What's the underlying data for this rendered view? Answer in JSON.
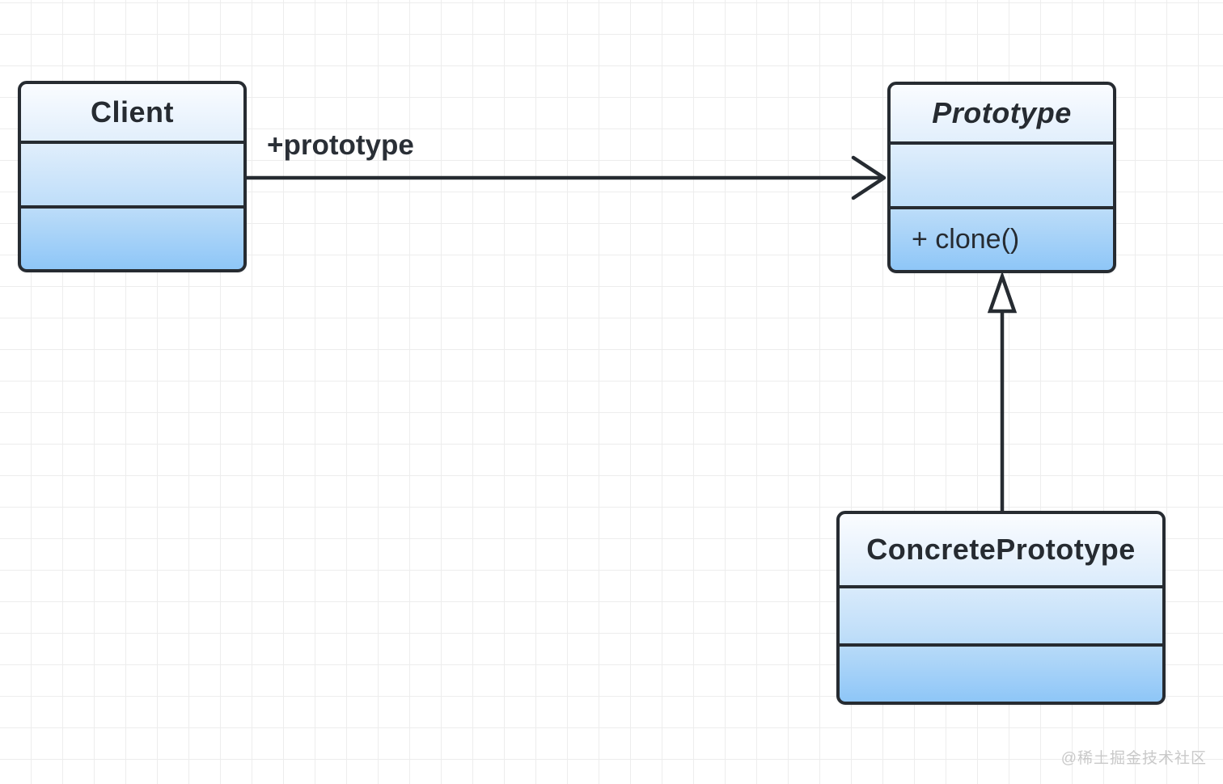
{
  "diagram": {
    "pattern": "Prototype",
    "classes": {
      "client": {
        "name": "Client",
        "attribute_section": "",
        "method_section": ""
      },
      "prototype": {
        "name": "Prototype",
        "name_style": "italic-abstract",
        "attribute_section": "",
        "method": "+ clone()"
      },
      "concrete": {
        "name": "ConcretePrototype",
        "attribute_section": "",
        "method_section": ""
      }
    },
    "relations": {
      "association": {
        "type": "association",
        "label": "+prototype",
        "from": "Client",
        "to": "Prototype",
        "arrowhead": "open"
      },
      "inheritance": {
        "type": "generalization",
        "from": "ConcretePrototype",
        "to": "Prototype",
        "arrowhead": "hollow-triangle"
      }
    }
  },
  "watermark": {
    "text": "@稀土掘金技术社区"
  },
  "colors": {
    "stroke": "#262b31",
    "box_fill_top": "#fafcff",
    "box_fill_bottom": "#8ec6f7",
    "grid_line": "#ededed",
    "background": "#ffffff",
    "watermark_text": "#c9c9c9"
  }
}
